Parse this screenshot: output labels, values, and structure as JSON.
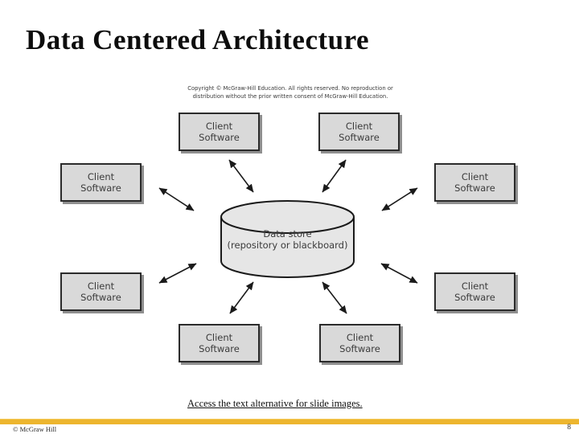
{
  "slide": {
    "title": "Data Centered Architecture",
    "alt_text_link": "Access the text alternative for slide images.",
    "footer": {
      "copyright": "© McGraw Hill",
      "page_number": "8",
      "accent_bar_color": "#EDB52E"
    }
  },
  "diagram": {
    "type": "data-centered-architecture",
    "copyright_notice": {
      "line1": "Copyright © McGraw-Hill Education. All rights reserved. No reproduction or",
      "line2": "distribution without the prior written consent of McGraw-Hill Education."
    },
    "data_store": {
      "line1": "Data store",
      "line2": "(repository or blackboard)"
    },
    "client_boxes": [
      {
        "position": "top-left",
        "line1": "Client",
        "line2": "Software"
      },
      {
        "position": "top-right",
        "line1": "Client",
        "line2": "Software"
      },
      {
        "position": "upper-left",
        "line1": "Client",
        "line2": "Software"
      },
      {
        "position": "upper-right",
        "line1": "Client",
        "line2": "Software"
      },
      {
        "position": "lower-left",
        "line1": "Client",
        "line2": "Software"
      },
      {
        "position": "lower-right",
        "line1": "Client",
        "line2": "Software"
      },
      {
        "position": "bottom-left",
        "line1": "Client",
        "line2": "Software"
      },
      {
        "position": "bottom-right",
        "line1": "Client",
        "line2": "Software"
      }
    ],
    "colors": {
      "box_fill": "#D9D9D9",
      "box_border": "#2B2B2B",
      "box_shadow": "#8F8F8F",
      "cylinder_fill": "#E6E6E6",
      "arrow": "#1A1A1A"
    }
  }
}
